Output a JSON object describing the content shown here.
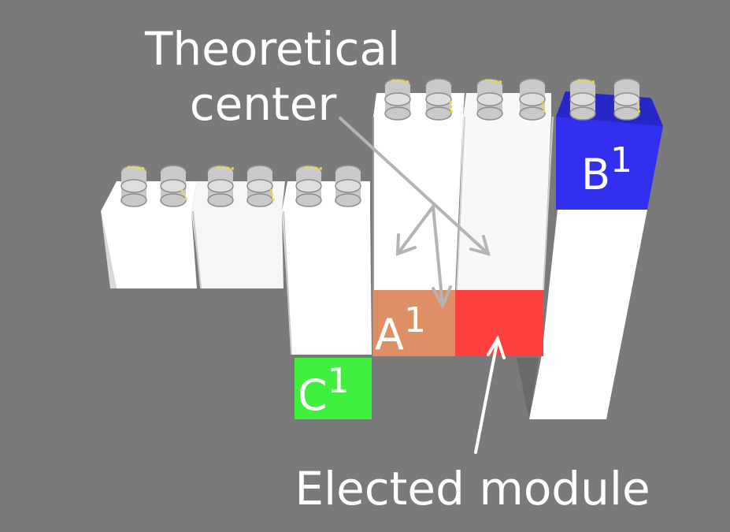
{
  "labels": {
    "theoretical_line1": "Theoretical",
    "theoretical_line2": "center",
    "elected": "Elected module",
    "a": {
      "letter": "A",
      "sup": "1"
    },
    "b": {
      "letter": "B",
      "sup": "1"
    },
    "c": {
      "letter": "C",
      "sup": "1"
    }
  },
  "colors": {
    "background": "#7a7a7a",
    "module_face": "#ffffff",
    "module_shade": "#d8d8d8",
    "connector": "#c9c9c9",
    "connector_dark": "#8d8d8d",
    "stripe": "#e6d84a",
    "a_highlight": "#df8f66",
    "elected_highlight": "#ff4040",
    "b_highlight": "#3030ee",
    "c_highlight": "#3ff03f",
    "arrow_gray": "#b4b4b4",
    "arrow_white": "#ffffff"
  }
}
